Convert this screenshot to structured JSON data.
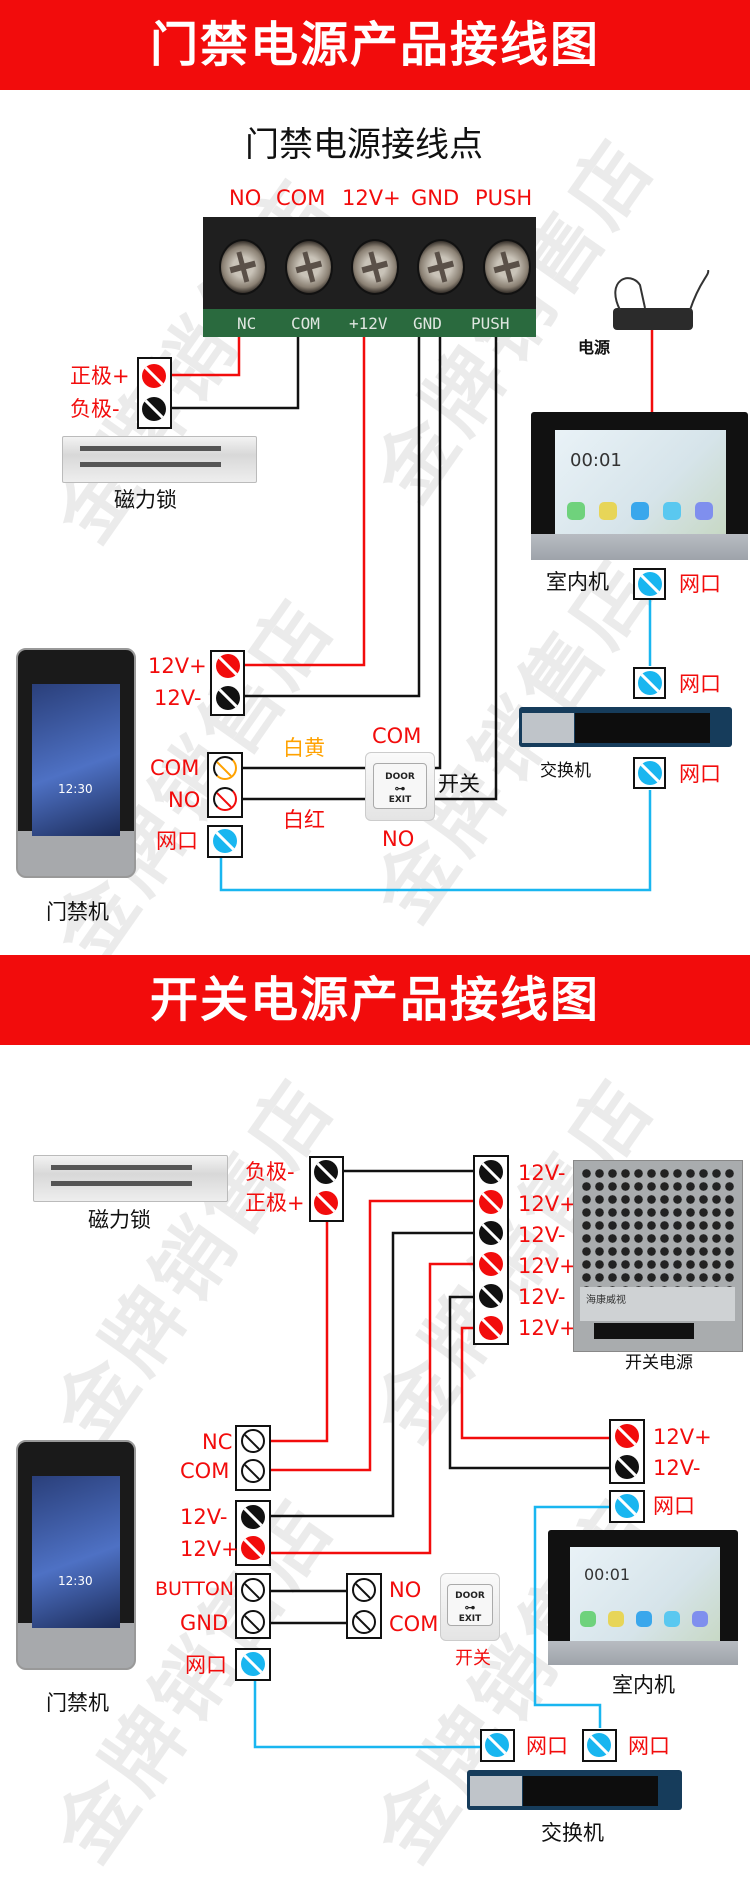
{
  "watermark": "金牌销售店",
  "section1": {
    "banner_title": "门禁电源产品接线图",
    "subtitle": "门禁电源接线点",
    "terminal_header": [
      "NO",
      "COM",
      "12V+",
      "GND",
      "PUSH"
    ],
    "board_silk": [
      "NC",
      "COM",
      "+12V",
      "GND",
      "PUSH"
    ],
    "maglock": {
      "label": "磁力锁",
      "pos_label": "正极+",
      "neg_label": "负极-"
    },
    "adapter_label": "电源",
    "indoor": {
      "label": "室内机",
      "port_label": "网口",
      "clock": "00:01"
    },
    "switch": {
      "label": "交换机",
      "port_top_label": "网口",
      "port_bottom_label": "网口"
    },
    "access": {
      "label": "门禁机",
      "clock": "12:30",
      "v_plus": "12V+",
      "v_minus": "12V-",
      "com": "COM",
      "no": "NO",
      "port": "网口"
    },
    "exit_button": {
      "top_text": "DOOR",
      "bottom_text": "EXIT",
      "com_label": "COM",
      "no_label": "NO",
      "switch_label": "开关",
      "wire_com_color": "白黄",
      "wire_no_color": "白红"
    }
  },
  "section2": {
    "banner_title": "开关电源产品接线图",
    "maglock": {
      "label": "磁力锁",
      "neg_label": "负极-",
      "pos_label": "正极+"
    },
    "psu": {
      "label": "开关电源",
      "terminals": [
        "12V-",
        "12V+",
        "12V-",
        "12V+",
        "12V-",
        "12V+"
      ],
      "brand": "海康威视"
    },
    "access": {
      "label": "门禁机",
      "clock": "12:30",
      "nc": "NC",
      "com": "COM",
      "v_minus": "12V-",
      "v_plus": "12V+",
      "button": "BUTTON",
      "gnd": "GND",
      "port": "网口"
    },
    "exit_button": {
      "top_text": "DOOR",
      "bottom_text": "EXIT",
      "no_label": "NO",
      "com_label": "COM",
      "label": "开关"
    },
    "indoor": {
      "label": "室内机",
      "v_plus": "12V+",
      "v_minus": "12V-",
      "port": "网口",
      "clock": "00:01"
    },
    "switch": {
      "label": "交换机",
      "port_left": "网口",
      "port_right": "网口"
    }
  },
  "colors": {
    "banner": "#f20c0c",
    "wire_red": "#f20c0c",
    "wire_black": "#111111",
    "wire_blue": "#19b6f0",
    "label_orange": "#ffa200"
  }
}
